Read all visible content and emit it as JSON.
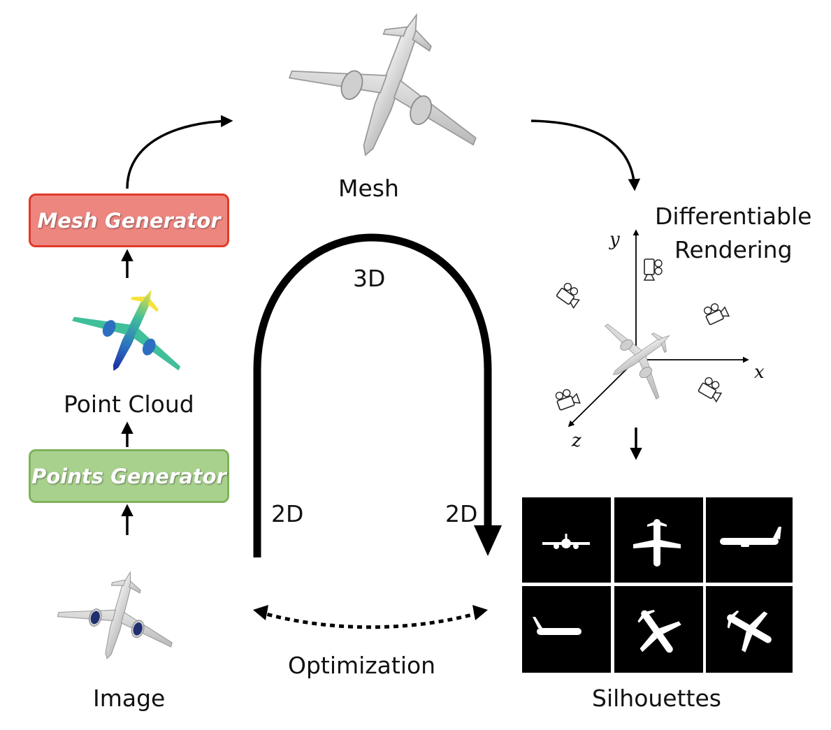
{
  "labels": {
    "mesh": "Mesh",
    "differentiable_rendering_line1": "Differentiable",
    "differentiable_rendering_line2": "Rendering",
    "point_cloud": "Point Cloud",
    "image": "Image",
    "silhouettes": "Silhouettes",
    "optimization": "Optimization",
    "three_d": "3D",
    "two_d_left": "2D",
    "two_d_right": "2D"
  },
  "boxes": {
    "mesh_generator": "Mesh Generator",
    "points_generator": "Points Generator"
  },
  "axes": {
    "x": "x",
    "y": "y",
    "z": "z"
  },
  "colors": {
    "mesh_generator_fill": "#ee8680",
    "mesh_generator_border": "#e03a2a",
    "points_generator_fill": "#a9d18e",
    "points_generator_border": "#7fb35c",
    "silhouette_bg": "#000000",
    "silhouette_fg": "#ffffff"
  }
}
